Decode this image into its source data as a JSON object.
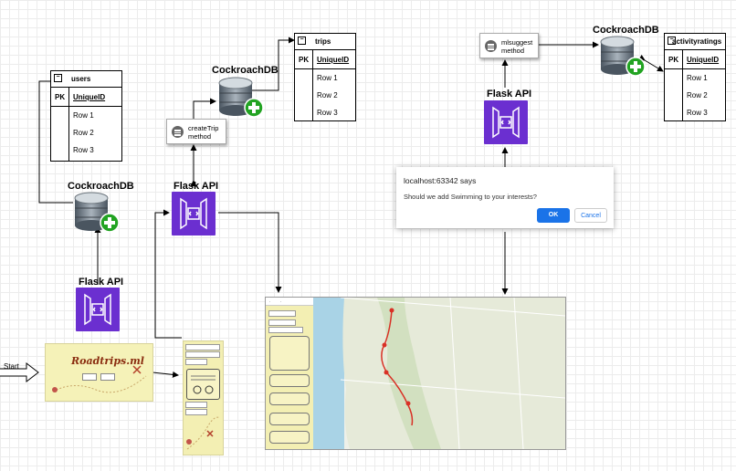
{
  "tables": {
    "users": {
      "name": "users",
      "pk": "PK",
      "key": "UniqueID",
      "rows": [
        "Row 1",
        "Row 2",
        "Row 3"
      ]
    },
    "trips": {
      "name": "trips",
      "pk": "PK",
      "key": "UniqueID",
      "rows": [
        "Row 1",
        "Row 2",
        "Row 3"
      ]
    },
    "activityratings": {
      "name": "activityratings",
      "pk": "PK",
      "key": "UniqueID",
      "rows": [
        "Row 1",
        "Row 2",
        "Row 3"
      ]
    }
  },
  "labels": {
    "db": "CockroachDB",
    "api": "Flask API",
    "start": "Start"
  },
  "methods": {
    "create_trip": [
      "createTrip",
      "method"
    ],
    "ml_suggest": [
      "mlsuggest",
      "method"
    ]
  },
  "dialog": {
    "title": "localhost:63342 says",
    "message": "Should we add Swimming to your interests?",
    "ok": "OK",
    "cancel": "Cancel"
  },
  "app": {
    "logo": "Roadtrips.ml"
  },
  "colors": {
    "flask": "#6b2fd0",
    "ok_button": "#1a73e8",
    "app_bg": "#f5f2b8",
    "db_plus": "#22a322"
  }
}
